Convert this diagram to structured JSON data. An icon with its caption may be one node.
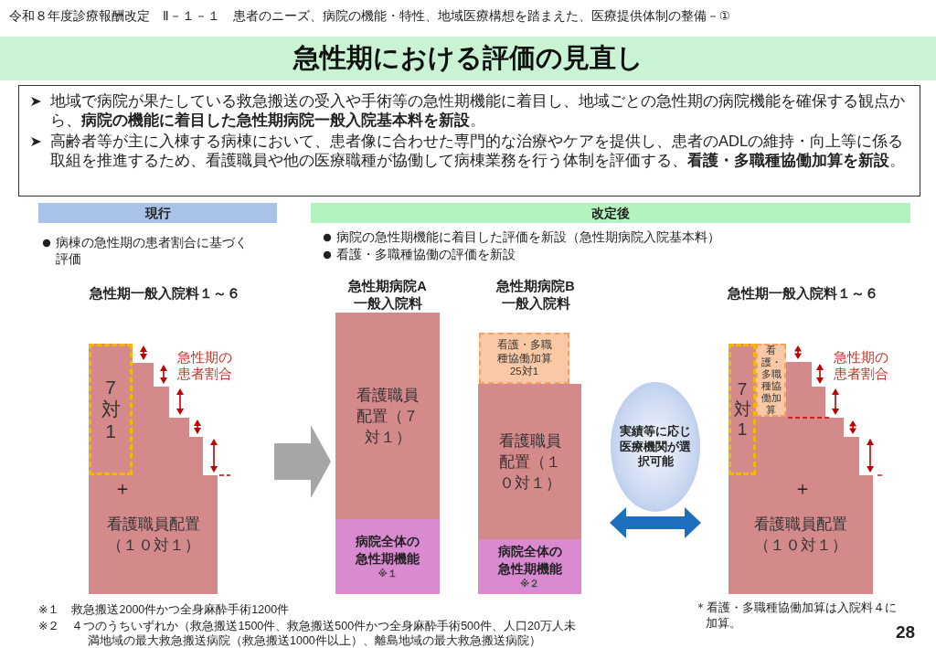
{
  "diagram": {
    "title": "急性期における評価の見直し",
    "nodes": [
      {
        "text": [
          "地域で病院が果たしている救急搬送の受入や手術等の急性期機能に着目し、地域ごとの急性期の病院機能を確保する観点から、**病院の機能に着目した急性期病院一般入院基本料を新設**。",
          "高齢者等が主に入棟する病棟において、患者像に合わせた専門的な治療やケアを提供し、患者のADLの維持・向上等に係る取組を推進するため、看護職員や他の医療職種が協働して病棟業務を行う体制を評価する、**看護・多職種協働加算を新設**。"
        ]
      },
      {
        "text": [
          "現行"
        ],
        "beside": [
          "病棟の急性期の患者割合に基づく評価"
        ]
      },
      {
        "text": [
          "改定後"
        ],
        "beside": [
          "病院の急性期機能に着目した評価を新設（急性期病院入院基本料）",
          "看護・多職種協働の評価を新設"
        ]
      },
      {
        "text": [
          "急性期一般入院料１～６"
        ]
      },
      {
        "text": [
          "7対1"
        ],
        "in": 3
      },
      {
        "text": [
          "看護職員配置（１０対１）"
        ],
        "in": 3
      },
      {
        "text": [
          "急性期病院A一般入院料"
        ]
      },
      {
        "text": [
          "看護職員配置（７対１）"
        ],
        "in": 6
      },
      {
        "text": [
          "病院全体の急性期機能",
          "※１"
        ],
        "in": 6
      },
      {
        "text": [
          "急性期病院B一般入院料"
        ]
      },
      {
        "text": [
          "看護・多職種協働加算25対1"
        ],
        "in": 9
      },
      {
        "text": [
          "看護職員配置（１０対１）"
        ],
        "in": 9
      },
      {
        "text": [
          "病院全体の急性期機能",
          "※２"
        ],
        "in": 9
      },
      {
        "text": [
          "実績等に応じ医療機関が選択可能"
        ]
      },
      {
        "text": [
          "急性期一般入院料１～６"
        ]
      },
      {
        "text": [
          "7対1"
        ],
        "in": 14
      },
      {
        "text": [
          "看護・多職種協働加算"
        ],
        "in": 14
      },
      {
        "text": [
          "看護職員配置（１０対１）"
        ],
        "in": 14
      }
    ],
    "edges": [
      {
        "from": 3,
        "to": 6,
        "arrow": "to",
        "style": "thick",
        "color": "#a6a6a6"
      },
      {
        "from": 9,
        "to": 14,
        "arrow": "both",
        "style": "thick",
        "color": "#1f6fbf"
      }
    ],
    "labels": [
      "令和８年度診療報酬改定　Ⅱ－１－１　患者のニーズ、病院の機能・特性、地域医療構想を踏まえた、医療提供体制の整備－①",
      "急性期の患者割合",
      "＋",
      "急性期の患者割合",
      "＋",
      "※１　救急搬送2000件かつ全身麻酔手術1200件",
      "＊看護・多職種協働加算は入院料４に加算。",
      "※２　４つのうちいずれか（救急搬送1500件、救急搬送500件かつ全身麻酔手術500件、人口20万人未満地域の最大救急搬送病院（救急搬送1000件以上）、離島地域の最大救急搬送病院）",
      "28"
    ]
  }
}
